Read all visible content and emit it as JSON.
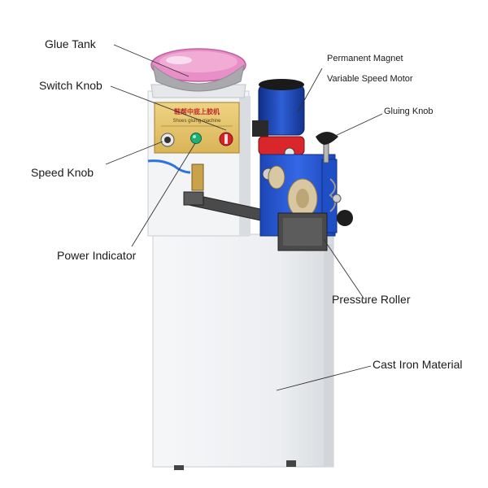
{
  "labels": {
    "glue_tank": "Glue Tank",
    "switch_knob": "Switch Knob",
    "speed_knob": "Speed Knob",
    "power_indicator": "Power Indicator",
    "permanent_magnet": "Permanent Magnet",
    "variable_speed_motor": "Variable Speed Motor",
    "gluing_knob": "Gluing Knob",
    "pressure_roller": "Pressure Roller",
    "cast_iron_material": "Cast Iron Material"
  },
  "panel": {
    "title_cn": "鞋帮中底上胶机",
    "subtitle": "Shoes gluing machine"
  },
  "colors": {
    "cabinet": "#eef0f3",
    "panel_gold": "#e6c56a",
    "tank_pink": "#e98fc7",
    "motor_blue": "#2a5bd7",
    "motor_red": "#d8262b",
    "metal_dark": "#3a3a3a"
  }
}
